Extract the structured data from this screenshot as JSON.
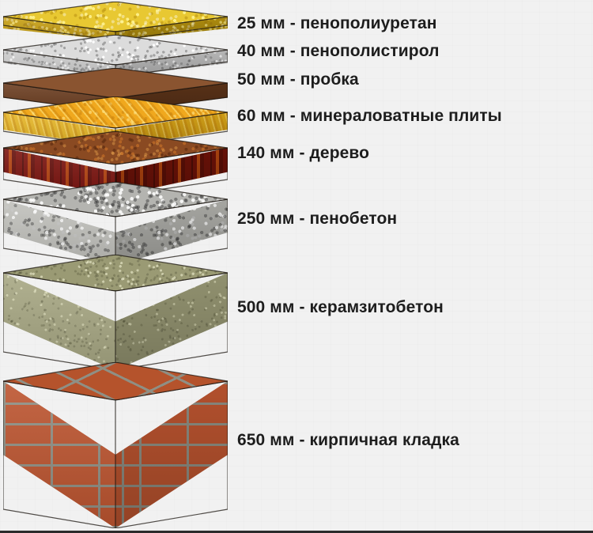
{
  "figure": {
    "kind": "insulation-thickness-comparison",
    "background_color": "#f1f1f1",
    "text_color": "#1d1d1d"
  },
  "chart_data": {
    "type": "bar",
    "title": "",
    "subtitle": "",
    "xlabel": "",
    "ylabel": "",
    "unit": "мм",
    "orientation": "stacked-isometric-blocks",
    "categories": [
      "пенополиуретан",
      "пенополистирол",
      "пробка",
      "минераловатные плиты",
      "дерево",
      "пенобетон",
      "керамзитобетон",
      "кирпичная кладка"
    ],
    "values": [
      25,
      40,
      50,
      60,
      140,
      250,
      500,
      650
    ],
    "annotations": [
      "25 мм - пенополиуретан",
      "40 мм - пенополистирол",
      "50 мм - пробка",
      "60 мм - минераловатные плиты",
      "140 мм - дерево",
      "250 мм - пенобетон",
      "500 мм - керамзитобетон",
      "650 мм - кирпичная кладка"
    ],
    "legend": [],
    "grid": false
  },
  "layers": [
    {
      "id": "polyurethane",
      "label": "25 мм - пенополиуретан",
      "value": 25,
      "unit": "мм",
      "material": "пенополиуретан",
      "color_top": "#e8c832",
      "color_left": "#c9a216",
      "color_right": "#b8940f",
      "texture": "speckled"
    },
    {
      "id": "polystyrene",
      "label": "40 мм - пенополистирол",
      "value": 40,
      "unit": "мм",
      "material": "пенополистирол",
      "color_top": "#dcdcdc",
      "color_left": "#cfcfcf",
      "color_right": "#c2c2c2",
      "texture": "granular"
    },
    {
      "id": "cork",
      "label": "50 мм - пробка",
      "value": 50,
      "unit": "мм",
      "material": "пробка",
      "color_top": "#8a5430",
      "color_left": "#6d3f22",
      "color_right": "#5d3419",
      "texture": "flat"
    },
    {
      "id": "mineral-wool",
      "label": "60 мм - минераловатные плиты",
      "value": 60,
      "unit": "мм",
      "material": "минераловатные плиты",
      "color_top": "#f0a81e",
      "color_left": "#e8b828",
      "color_right": "#dca718",
      "texture": "fibrous"
    },
    {
      "id": "wood",
      "label": "140 мм - дерево",
      "value": 140,
      "unit": "мм",
      "material": "дерево",
      "color_top": "#8a4a22",
      "color_left": "#7d1510",
      "color_right": "#6d1208",
      "texture": "grain"
    },
    {
      "id": "foam-concrete",
      "label": "250 мм - пенобетон",
      "value": 250,
      "unit": "мм",
      "material": "пенобетон",
      "color_top": "#b4b4b0",
      "color_left": "#c2c2bd",
      "color_right": "#b0b0ab",
      "texture": "coarse"
    },
    {
      "id": "expanded-clay-concrete",
      "label": "500 мм - керамзитобетон",
      "value": 500,
      "unit": "мм",
      "material": "керамзитобетон",
      "color_top": "#9a9a74",
      "color_left": "#a8a884",
      "color_right": "#9a9a76",
      "texture": "fine-grain"
    },
    {
      "id": "brickwork",
      "label": "650 мм - кирпичная кладка",
      "value": 650,
      "unit": "мм",
      "material": "кирпичная кладка",
      "color_top": "#b5532c",
      "color_left": "#bd5530",
      "color_right": "#a84726",
      "mortar_color": "#8f8f84",
      "texture": "brick"
    }
  ]
}
